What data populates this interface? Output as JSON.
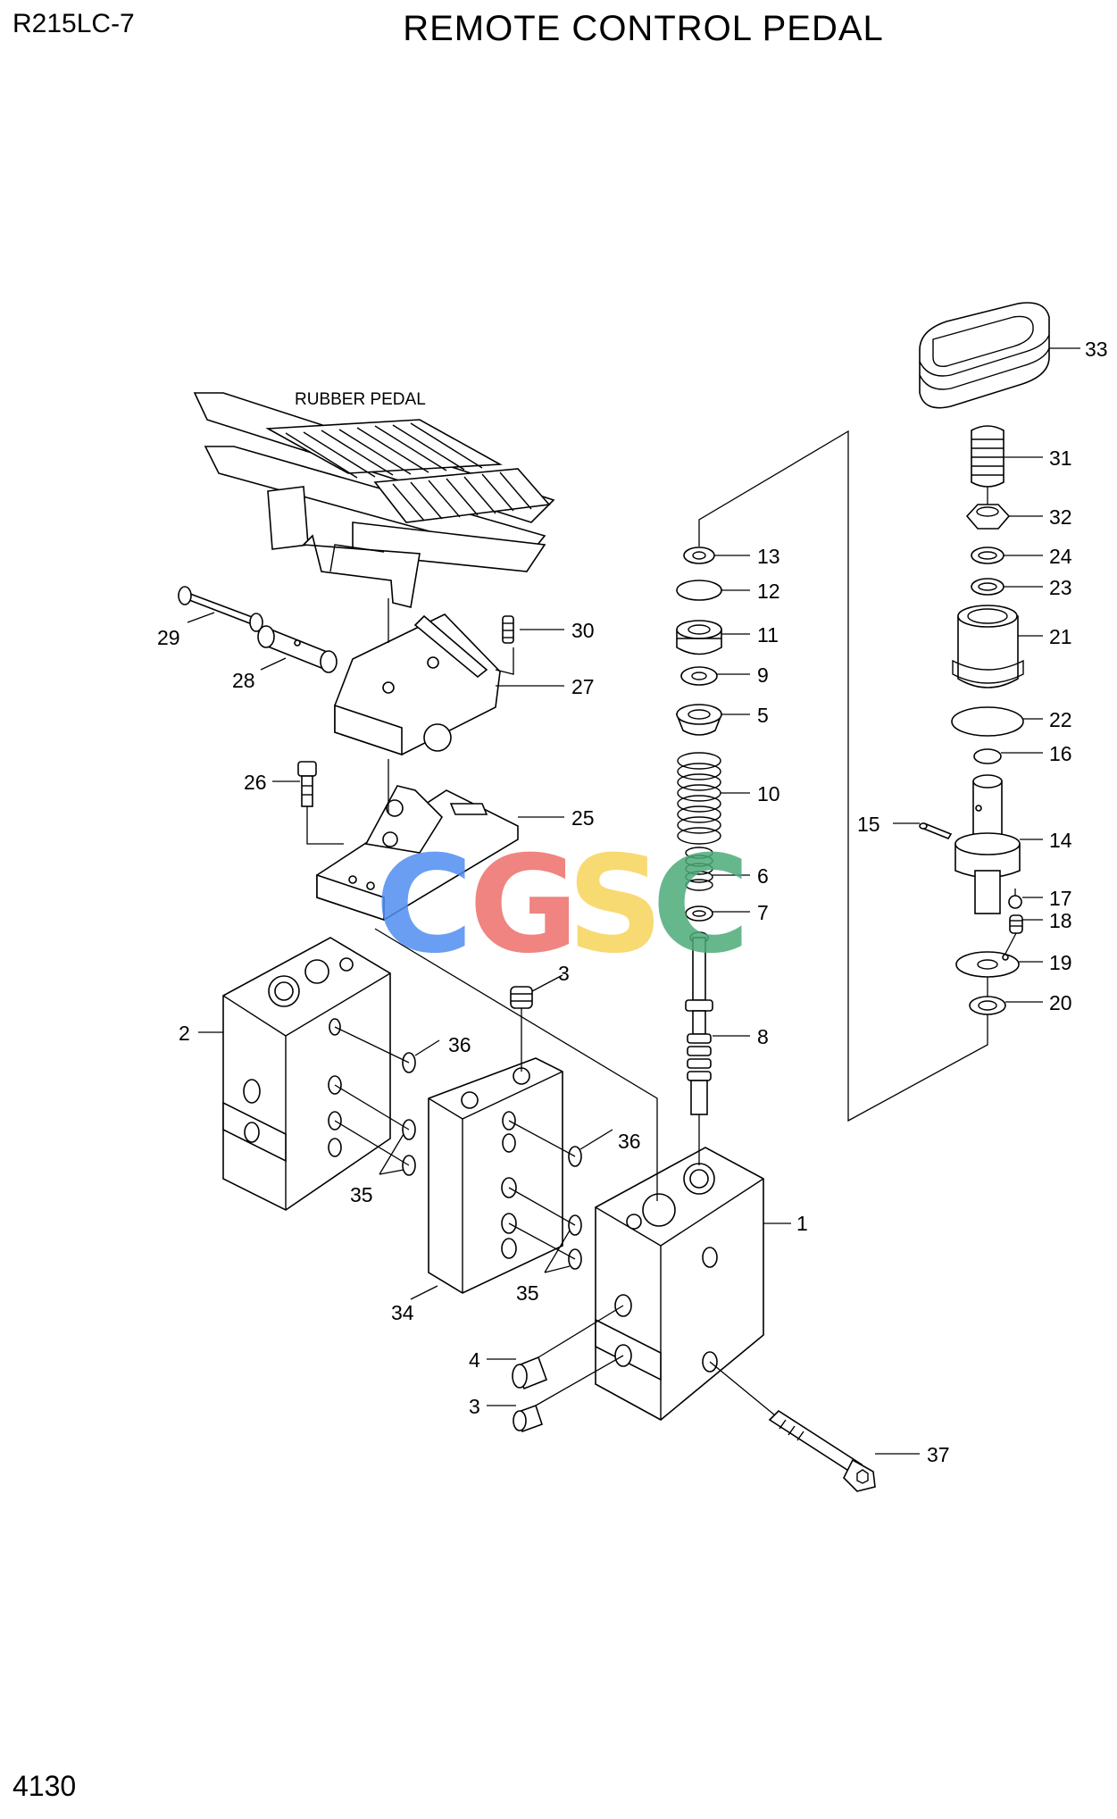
{
  "header": {
    "model_code": "R215LC-7",
    "title": "REMOTE CONTROL PEDAL"
  },
  "footer": {
    "page_number": "4130"
  },
  "diagram": {
    "rubber_pedal_label": "RUBBER PEDAL",
    "watermark": {
      "letters": [
        "C",
        "G",
        "S",
        "C"
      ],
      "colors": [
        "#4f8ef0",
        "#ee6f6a",
        "#f7d45a",
        "#4dab7a"
      ]
    },
    "callouts": {
      "c1": "1",
      "c2": "2",
      "c3a": "3",
      "c3b": "3",
      "c4": "4",
      "c5": "5",
      "c6": "6",
      "c7": "7",
      "c8": "8",
      "c9": "9",
      "c10": "10",
      "c11": "11",
      "c12": "12",
      "c13": "13",
      "c14": "14",
      "c15": "15",
      "c16": "16",
      "c17": "17",
      "c18": "18",
      "c19": "19",
      "c20": "20",
      "c21": "21",
      "c22": "22",
      "c23": "23",
      "c24": "24",
      "c25": "25",
      "c26": "26",
      "c27": "27",
      "c28": "28",
      "c29": "29",
      "c30": "30",
      "c31": "31",
      "c32": "32",
      "c33": "33",
      "c34": "34",
      "c35a": "35",
      "c35b": "35",
      "c36a": "36",
      "c36b": "36",
      "c37": "37"
    }
  }
}
